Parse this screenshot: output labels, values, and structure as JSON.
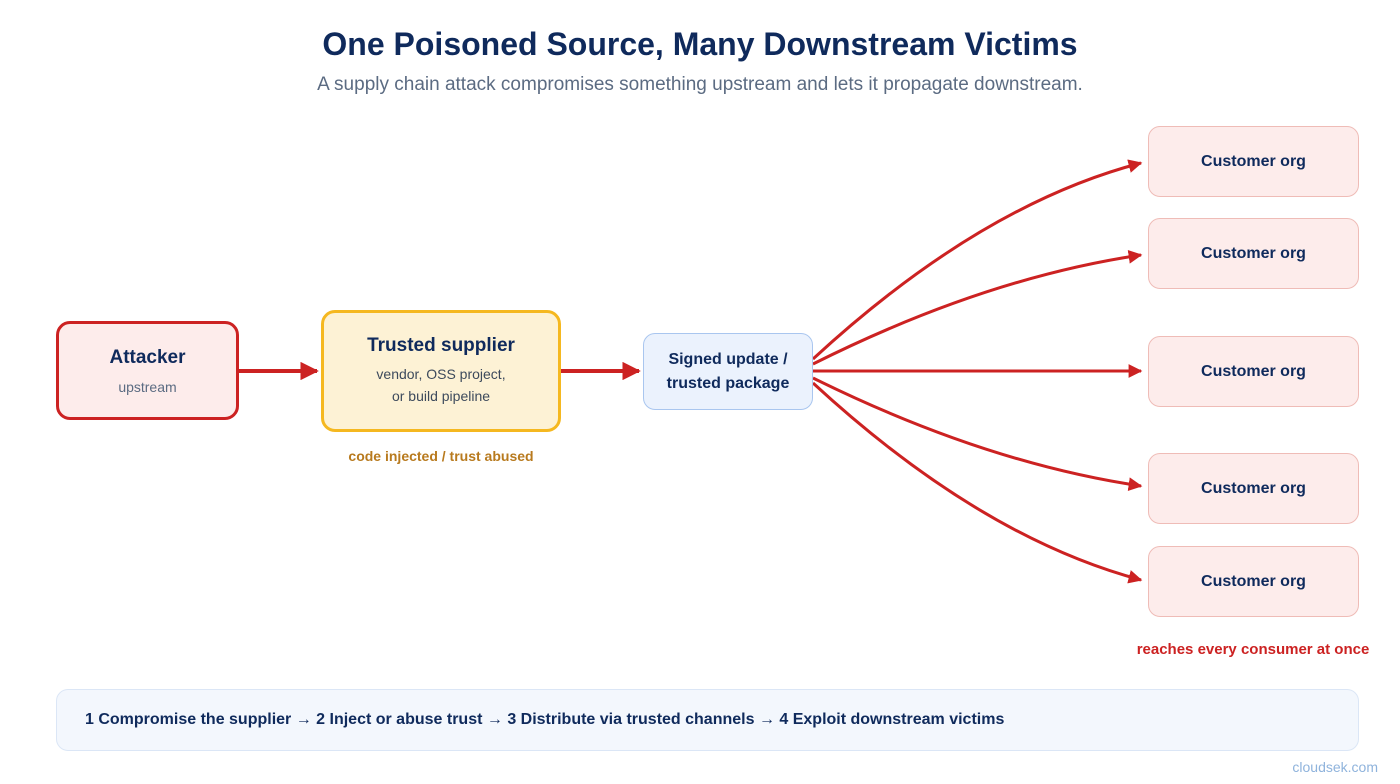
{
  "header": {
    "title": "One Poisoned Source, Many Downstream Victims",
    "subtitle": "A supply chain attack compromises something upstream and lets it propagate downstream."
  },
  "nodes": {
    "attacker": {
      "title": "Attacker",
      "sub": "upstream"
    },
    "supplier": {
      "title": "Trusted supplier",
      "sub_line1": "vendor, OSS project,",
      "sub_line2": "or build pipeline",
      "note": "code injected / trust abused"
    },
    "package": {
      "line1": "Signed update /",
      "line2": "trusted package"
    },
    "customers": [
      {
        "label": "Customer org"
      },
      {
        "label": "Customer org"
      },
      {
        "label": "Customer org"
      },
      {
        "label": "Customer org"
      },
      {
        "label": "Customer org"
      }
    ],
    "reach_note": "reaches every consumer at once"
  },
  "steps_text": "1 Compromise the supplier → 2 Inject or abuse trust → 3 Distribute via trusted channels → 4 Exploit downstream victims",
  "watermark": "cloudsek.com",
  "colors": {
    "arrow": "#cc2222",
    "attacker_fill": "#fdeceb",
    "supplier_fill": "#fdf2d5",
    "supplier_border": "#f5b820",
    "package_fill": "#ebf2fd",
    "title": "#0f2a5c"
  }
}
